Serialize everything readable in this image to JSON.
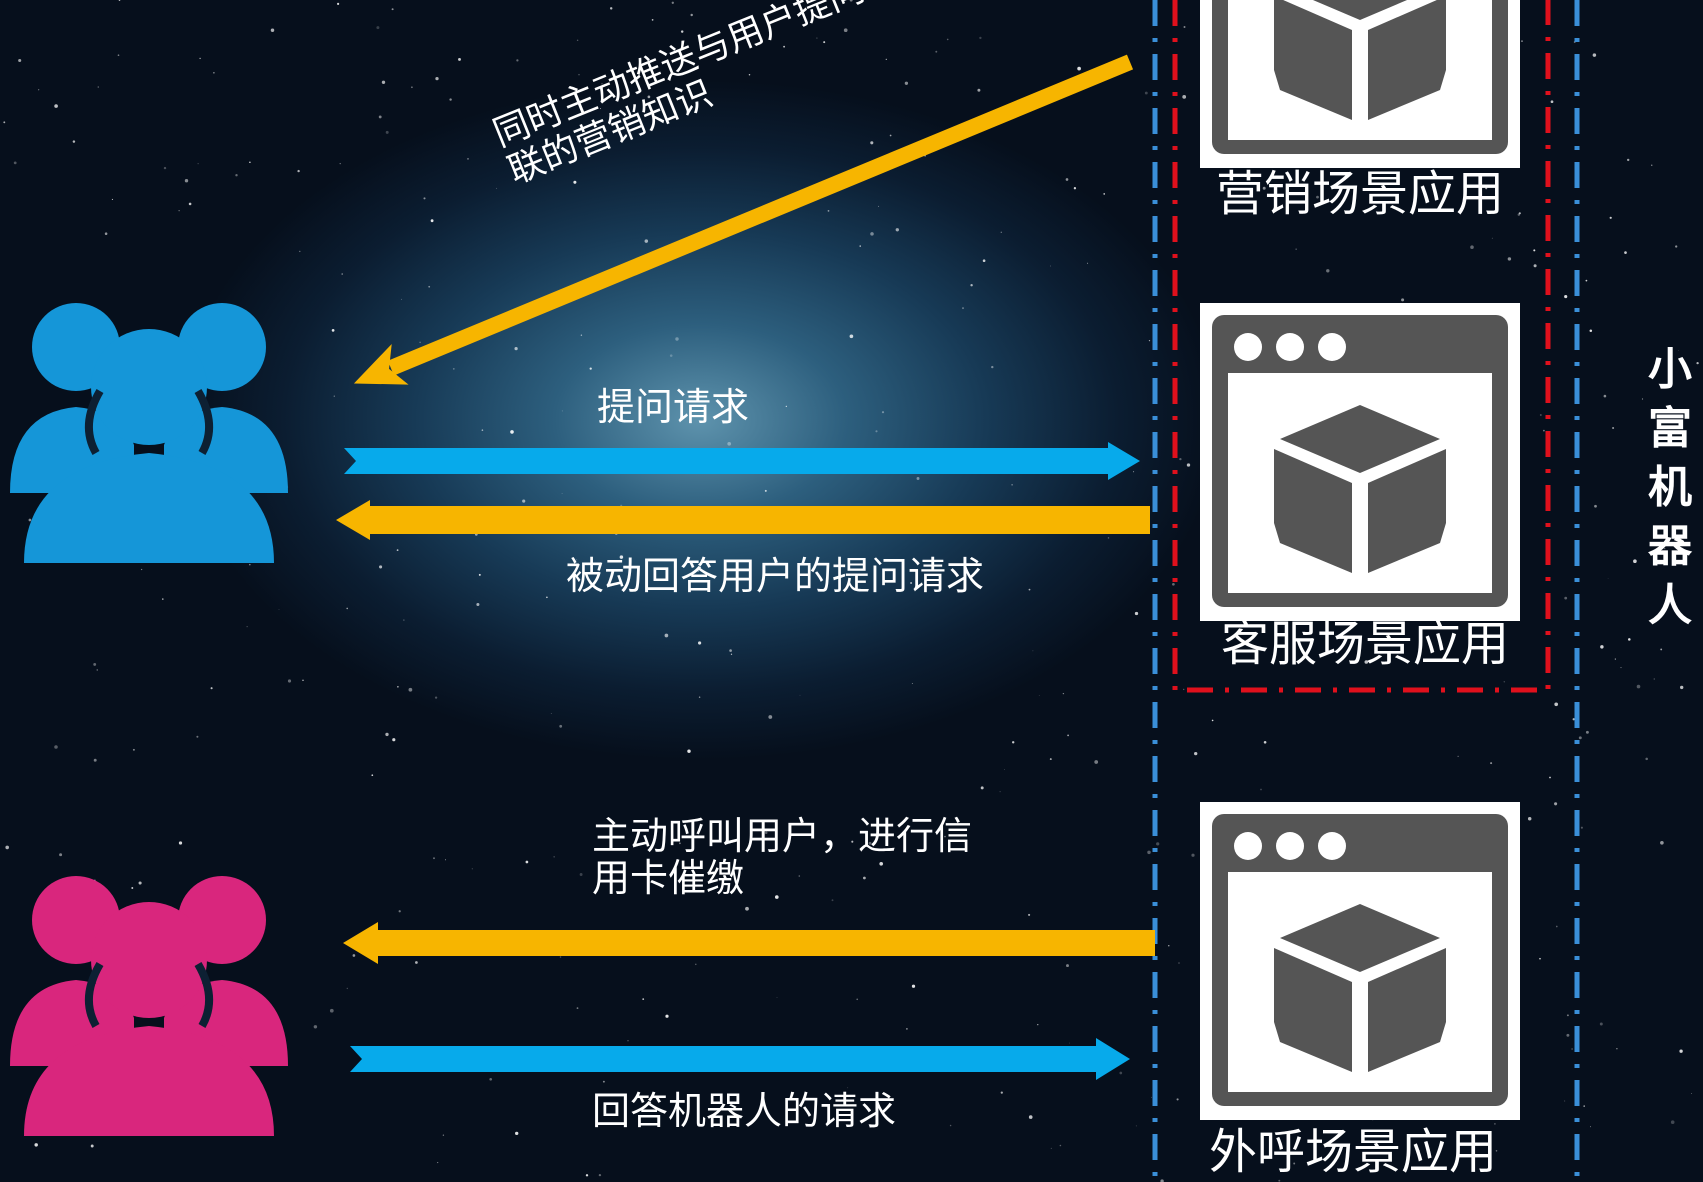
{
  "diagram": {
    "arrows": {
      "push_marketing": "同时主动推送与用户提问相关联的营销知识",
      "ask_request": "提问请求",
      "passive_answer": "被动回答用户的提问请求",
      "outbound_call": "主动呼叫用户，进行信用卡催缴",
      "answer_robot": "回答机器人的请求"
    },
    "apps": {
      "marketing": "营销场景应用",
      "service": "客服场景应用",
      "outbound": "外呼场景应用"
    },
    "system_label": "小富机器人"
  },
  "colors": {
    "user_group_top": "#1596d8",
    "user_group_bottom": "#d9267d",
    "arrow_yellow": "#f7b500",
    "arrow_blue": "#07aaeb",
    "red_dash": "#e0101c",
    "blue_dash": "#3a8fd8"
  },
  "icons": {
    "users": "user-group-icon",
    "app": "app-window-cube-icon"
  }
}
